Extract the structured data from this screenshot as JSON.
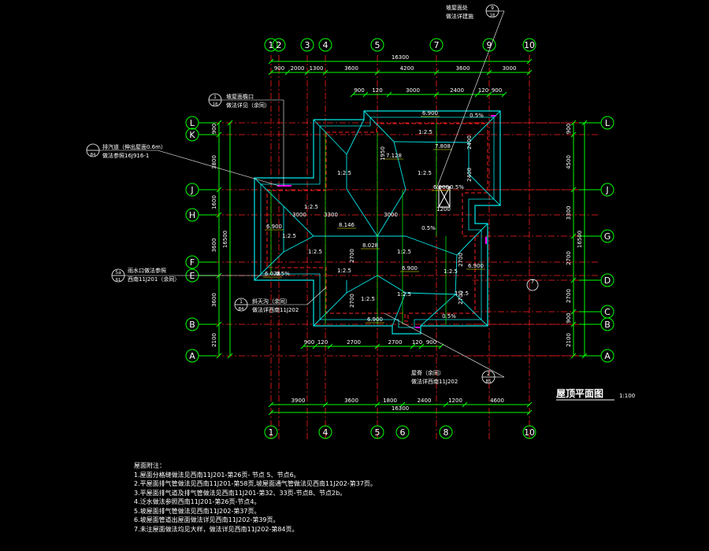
{
  "drawing": {
    "title": "屋顶平面图",
    "scale": "1:100"
  },
  "axes": {
    "top_labels": [
      "1",
      "2",
      "3",
      "4",
      "5",
      "7",
      "9",
      "10"
    ],
    "bottom_labels": [
      "1",
      "4",
      "5",
      "6",
      "8",
      "10"
    ],
    "left_labels": [
      "L",
      "K",
      "J",
      "H",
      "F",
      "E",
      "B",
      "A"
    ],
    "right_labels": [
      "L",
      "J",
      "G",
      "D",
      "C",
      "B",
      "A"
    ]
  },
  "dimensions": {
    "top_total": "16300",
    "top_row1": [
      "900",
      "2000",
      "1300",
      "3600",
      "4200",
      "3600",
      "3000"
    ],
    "top_row2": [
      "900",
      "120",
      "3000",
      "2400",
      "120",
      "900"
    ],
    "bottom_total": "16300",
    "bottom_row": [
      "3900",
      "3600",
      "1800",
      "2400",
      "1200",
      "4600"
    ],
    "bottom_inner": [
      "900",
      "120",
      "2700",
      "2700",
      "120",
      "900"
    ],
    "left_total": "16500",
    "left_segments": [
      "900",
      "3800",
      "1600",
      "3600",
      "3600",
      "2100"
    ],
    "right_total": "16500",
    "right_segments": [
      "900",
      "4500",
      "3300",
      "2700",
      "2700",
      "900",
      "2100"
    ],
    "inner_labels": [
      "2400",
      "2400",
      "2700",
      "2700",
      "2700",
      "2700",
      "1950",
      "1200",
      "3300",
      "3000",
      "3000"
    ]
  },
  "elevations": [
    "6.900",
    "7.808",
    "7.128",
    "6.900",
    "8.146",
    "6.900",
    "8.028",
    "6.900",
    "6.028",
    "6.900",
    "6.900"
  ],
  "slopes": [
    "1:2.5",
    "1:2.5",
    "1:2.5",
    "1:2.5",
    "1:2.5",
    "1:2.5",
    "1:2.5",
    "1:2.5",
    "1:2.5",
    "1:2.5",
    "1:2.5",
    "1:2.5"
  ],
  "percent_labels": [
    "0.5%",
    "0.5%",
    "0.5%",
    "0.5%",
    "0.5%"
  ],
  "callouts": [
    {
      "line1": "坡屋面檐口",
      "line2": "做法详见（余同）",
      "ref_top": "1",
      "ref_bottom": "18"
    },
    {
      "line1": "排汽道（伸出屋面0.6m）",
      "line2": "做法参照16J916-1",
      "ref_top": "",
      "ref_bottom": "B4"
    },
    {
      "line1": "雨水口做法参照",
      "line2": "西南11J201（余同）",
      "ref_top": "5a",
      "ref_bottom": "61"
    },
    {
      "line1": "斜天沟（余同）",
      "line2": "做法详西南11J202",
      "ref_top": "1",
      "ref_bottom": "B4"
    },
    {
      "line1": "屋脊（余同）",
      "line2": "做法详西南11J202",
      "ref_top": "2",
      "ref_bottom": "B5"
    },
    {
      "line1": "坡屋面处",
      "line2": "做法详建施",
      "ref_top": "9",
      "ref_bottom": "18"
    }
  ],
  "notes": {
    "heading": "屋面附注：",
    "items": [
      "1.屋面分格缝做法见西南11J201-第26页- 节点 5、节点6。",
      "2.平屋面排气管做法见西南11J201-第58页,坡屋面通气管做法见西南11J202-第37页。",
      "3.平屋面排气道及排气管做法见西南11J201-第32、33页-节点B、节点2b。",
      "4.泛水做法参照西南11J201-第26页-节点4。",
      "5.坡屋面排气管做法见西南11J202-第37页。",
      "6.坡屋面管道出屋面做法详见西南11J202-第39页。",
      "7.未注屋面做法均见大样，做法详见西南11J202-第84页。"
    ]
  }
}
